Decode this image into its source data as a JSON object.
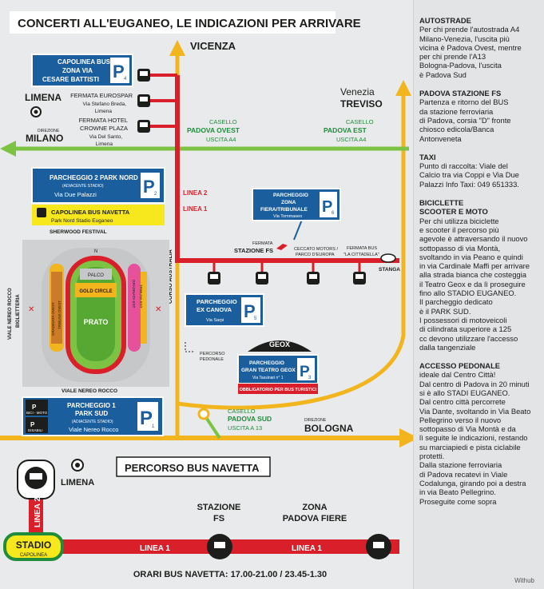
{
  "title": "CONCERTI ALL'EUGANEO, LE INDICAZIONI PER ARRIVARE",
  "places": {
    "vicenza": "VICENZA",
    "venezia": "Venezia",
    "treviso": "TREVISO",
    "limena": "LIMENA",
    "direzione": "DIREZIONE",
    "milano": "MILANO",
    "bologna": "BOLOGNA",
    "corso": "CORSO AUSTRALIA",
    "stanga": "STANGA",
    "viale_rocco": "VIALE NEREO ROCCO",
    "viale_rocco_bottom": "VIALE NEREO ROCCO",
    "biglietteria": "BIGLIETTERIA"
  },
  "caselli": {
    "ovest": {
      "l1": "CASELLO",
      "l2": "PADOVA OVEST",
      "l3": "USCITA A4"
    },
    "est": {
      "l1": "CASELLO",
      "l2": "PADOVA EST",
      "l3": "USCITA A4"
    },
    "sud": {
      "l1": "CASELLO",
      "l2": "PADOVA SUD",
      "l3": "USCITA A 13"
    }
  },
  "capolinea": {
    "l1": "CAPOLINEA BUS",
    "l2": "ZONA VIA",
    "l3": "CESARE BATTISTI",
    "num": "4"
  },
  "fermate": {
    "eurospar": {
      "l1": "FERMATA EUROSPAR",
      "l2": "Via Stefano Breda,",
      "l3": "Limena"
    },
    "crowne": {
      "l1": "FERMATA HOTEL",
      "l2": "CROWNE PLAZA",
      "l3": "Via Del Santo,",
      "l4": "Limena"
    },
    "fs": {
      "l1": "FERMATA",
      "l2": "STAZIONE FS"
    },
    "ceccato": {
      "l1": "CECCATO MOTORS /",
      "l2": "PARCO D'EUROPA"
    },
    "cittadella": {
      "l1": "FERMATA BUS",
      "l2": "\"LA CITTADELLA\""
    }
  },
  "linee": {
    "l2": "LINEA 2",
    "l1": "LINEA 1"
  },
  "p2": {
    "l1": "PARCHEGGIO 2 PARK NORD",
    "l2": "(ADIACENTE STADIO)",
    "l3": "Via Due Palazzi",
    "num": "2"
  },
  "navetta_cap": {
    "l1": "CAPOLINEA BUS NAVETTA",
    "l2": "Park Nord Stadio Euganeo"
  },
  "sherwood": "SHERWOOD FESTIVAL",
  "p6": {
    "l1": "PARCHEGGIO",
    "l2": "ZONA",
    "l3": "FIERA/TRIBUNALE",
    "l4": "Via Tommaseo",
    "num": "6"
  },
  "p5": {
    "l1": "PARCHEGGIO",
    "l2": "EX CANOVA",
    "l3": "Via Sarpi",
    "num": "5"
  },
  "p3": {
    "l1": "PARCHEGGIO",
    "l2": "GRAN TEATRO GEOX",
    "l3": "Via Tassinari n° 1",
    "num": "3",
    "bar": "OBBLIGATORIO PER BUS TURISTICI",
    "logo": "GEOX"
  },
  "p1": {
    "l1": "PARCHEGGIO 1",
    "l2": "PARK SUD",
    "l3": "(ADIACENTE STADIO)",
    "l4": "Viale Nereo Rocco",
    "num": "1",
    "bici": "BICI - MOTO",
    "disabili": "DISABILI"
  },
  "percorso_pedonale": {
    "l1": "PERCORSO",
    "l2": "PEDONALE"
  },
  "stadium": {
    "palco": "PALCO",
    "gold": "GOLD CIRCLE",
    "prato": "PRATO",
    "n": "N",
    "left1": "GRADINATA OVEST",
    "left2": "TRIBUNA OVEST",
    "right1": "GRADINATA EST",
    "right2": "TRIBUNA EST"
  },
  "navetta": {
    "title": "PERCORSO BUS NAVETTA",
    "limena": "LIMENA",
    "linea2": "LINEA 2",
    "linea1a": "LINEA 1",
    "linea1b": "LINEA 1",
    "stadio": "STADIO",
    "capolinea": "CAPOLINEA",
    "stazione": {
      "l1": "STAZIONE",
      "l2": "FS"
    },
    "zona": {
      "l1": "ZONA",
      "l2": "PADOVA FIERE"
    },
    "orari": "ORARI BUS NAVETTA: 17.00-21.00 / 23.45-1.30"
  },
  "sidebar": [
    {
      "h": "AUTOSTRADE",
      "lines": [
        "Per chi prende l'autostrada A4",
        "Milano-Venezia, l'uscita più",
        "vicina è Padova Ovest, mentre",
        "per chi prende l'A13",
        "Bologna-Padova, l'uscita",
        "è Padova Sud"
      ]
    },
    {
      "h": "PADOVA STAZIONE FS",
      "lines": [
        "Partenza e ritorno del BUS",
        "da stazione ferroviaria",
        "di Padova, corsia \"D\" fronte",
        "chiosco edicola/Banca",
        "Antonveneta"
      ]
    },
    {
      "h": "TAXI",
      "lines": [
        "Punto di raccolta: Viale del",
        "Calcio tra via Coppi e Via Due",
        "Palazzi Info Taxi: 049 651333."
      ]
    },
    {
      "h": "BICICLETTE",
      "h2": "SCOOTER E MOTO",
      "lines": [
        "Per chi utilizza biciclette",
        "e scooter il percorso più",
        "agevole è attraversando il nuovo",
        "sottopasso di via Montà,",
        "svoltando in via Peano e quindi",
        "in via Cardinale Maffi per arrivare",
        "alla strada bianca che costeggia",
        "il Teatro Geox e da lì proseguire",
        "fino allo STADIO EUGANEO.",
        "Il parcheggio dedicato",
        "è il PARK SUD.",
        "I possessori di motoveicoli",
        "di cilindrata superiore a 125",
        "cc devono utilizzare l'accesso",
        "dalla tangenziale"
      ]
    },
    {
      "h": "ACCESSO PEDONALE",
      "lines": [
        "ideale dal Centro Città!",
        "Dal centro di Padova in 20 minuti",
        "si è allo STADI EUGANEO.",
        "Dal centro città percorrete",
        "Via Dante, svoltando in Via Beato",
        "Pellegrino verso il nuovo",
        "sottopasso di Via Montà e da",
        "lì seguite le indicazioni, restando",
        "su marciapiedi e pista ciclabile",
        "protetti.",
        "Dalla stazione ferroviaria",
        "di Padova recatevi in Viale",
        "Codalunga, girando poi a destra",
        "in via Beato Pellegrino.",
        "Proseguite come sopra"
      ]
    }
  ],
  "credit": "Withub",
  "colors": {
    "blue": "#1b5e9e",
    "red": "#d9202a",
    "yellow": "#f2b51d",
    "green": "#7cc243",
    "dark": "#1d1d1b",
    "navetta_yellow": "#f6e81d"
  }
}
